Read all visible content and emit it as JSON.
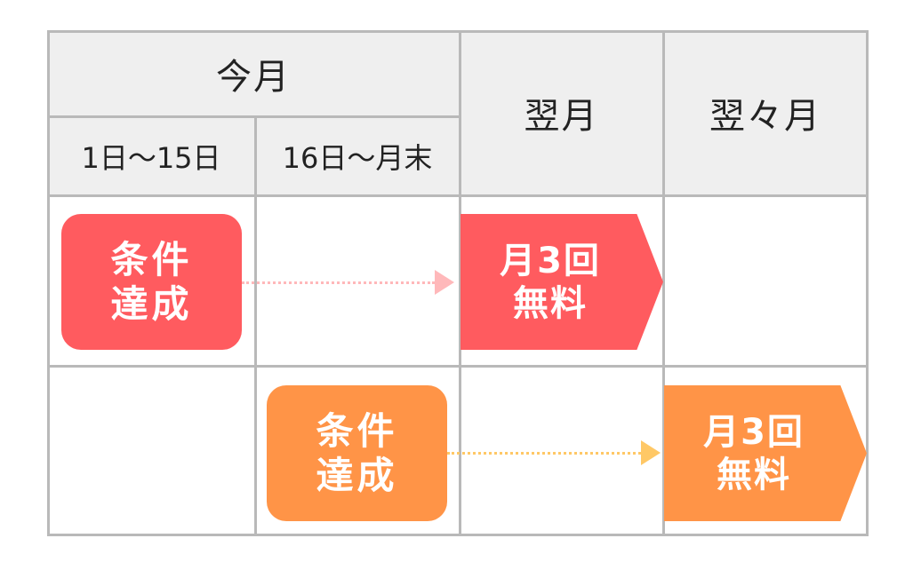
{
  "header": {
    "this_month": "今月",
    "day_1_15": "1日〜15日",
    "day_16_end": "16日〜月末",
    "next_month": "翌月",
    "month_after_next": "翌々月"
  },
  "row1": {
    "condition_line1": "条件",
    "condition_line2": "達成",
    "result_line1": "月3回",
    "result_line2": "無料"
  },
  "row2": {
    "condition_line1": "条件",
    "condition_line2": "達成",
    "result_line1": "月3回",
    "result_line2": "無料"
  },
  "colors": {
    "header_bg": "#efefef",
    "grid_line": "#b9b9b9",
    "red": "#ff5b5f",
    "red_arrow": "#ffb8ba",
    "orange": "#ff9447",
    "orange_arrow": "#ffc866"
  }
}
